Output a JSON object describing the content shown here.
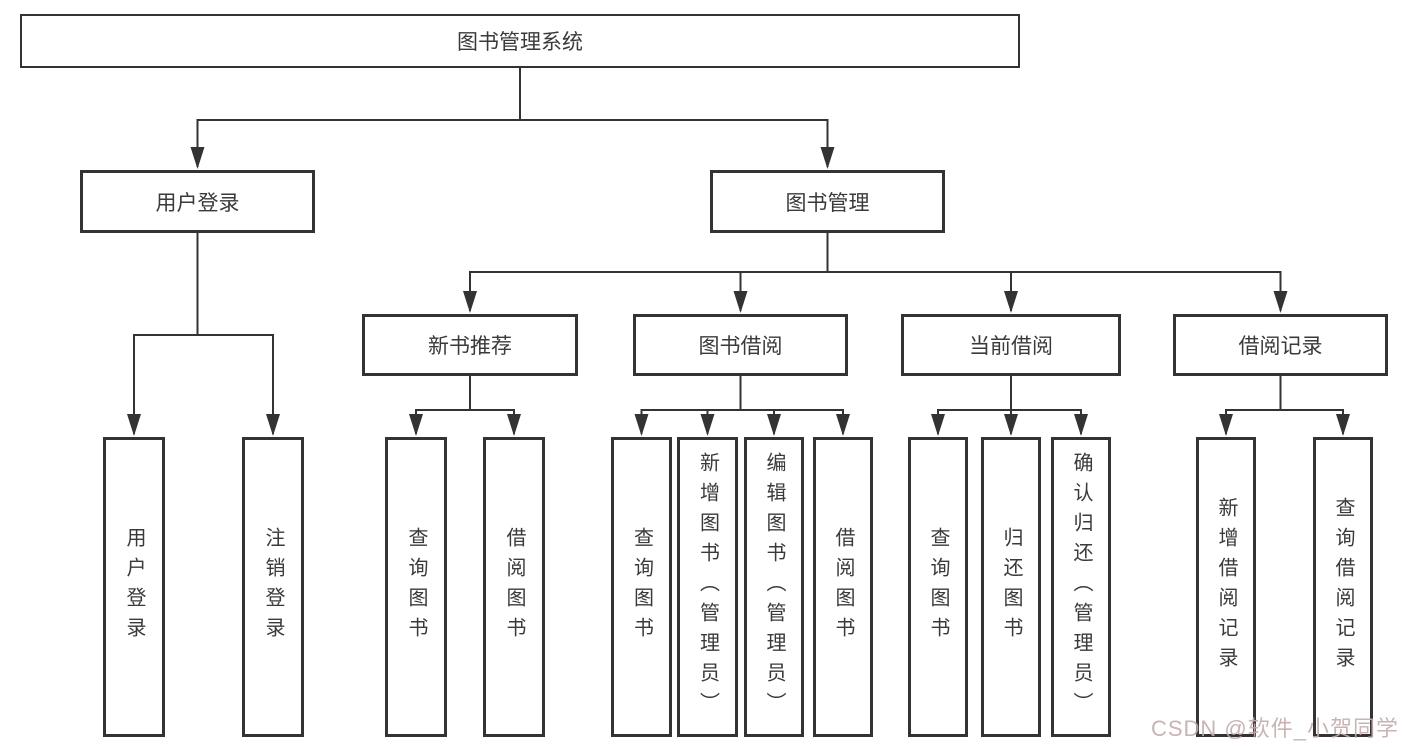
{
  "diagram": {
    "type": "hierarchy-chart",
    "tree": {
      "root": {
        "label": "图书管理系统",
        "children": [
          {
            "label": "用户登录",
            "children": [
              {
                "label": "用户登录"
              },
              {
                "label": "注销登录"
              }
            ]
          },
          {
            "label": "图书管理",
            "children": [
              {
                "label": "新书推荐",
                "children": [
                  {
                    "label": "查询图书"
                  },
                  {
                    "label": "借阅图书"
                  }
                ]
              },
              {
                "label": "图书借阅",
                "children": [
                  {
                    "label": "查询图书"
                  },
                  {
                    "label": "新增图书（管理员）"
                  },
                  {
                    "label": "编辑图书（管理员）"
                  },
                  {
                    "label": "借阅图书"
                  }
                ]
              },
              {
                "label": "当前借阅",
                "children": [
                  {
                    "label": "查询图书"
                  },
                  {
                    "label": "归还图书"
                  },
                  {
                    "label": "确认归还（管理员）"
                  }
                ]
              },
              {
                "label": "借阅记录",
                "children": [
                  {
                    "label": "新增借阅记录"
                  },
                  {
                    "label": "查询借阅记录"
                  }
                ]
              }
            ]
          }
        ]
      }
    },
    "colors": {
      "line": "#333333",
      "text": "#3a3a3a",
      "background": "#ffffff",
      "watermark": "#c4abab"
    }
  },
  "watermark": {
    "text": "CSDN @软件_小贺同学"
  }
}
